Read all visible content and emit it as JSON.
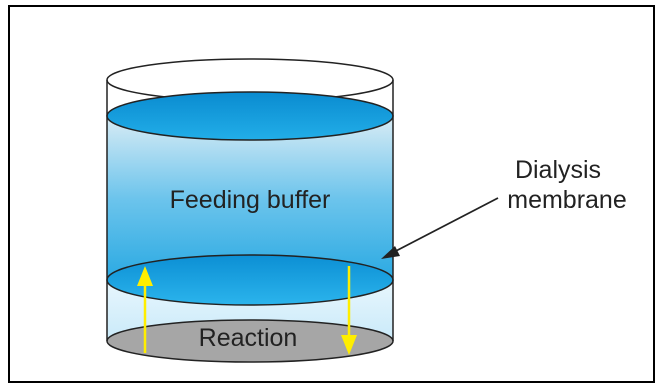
{
  "labels": {
    "feeding_buffer": "Feeding buffer",
    "reaction": "Reaction",
    "dialysis_line1": "Dialysis",
    "dialysis_line2": "membrane"
  },
  "colors": {
    "buffer_blue": "#1aa3e0",
    "buffer_dark": "#0a7fc4",
    "reaction_fill": "#bfe6f8",
    "reaction_base": "#a6a6a6",
    "arrow_yellow": "#ffee00",
    "outline": "#222222"
  }
}
